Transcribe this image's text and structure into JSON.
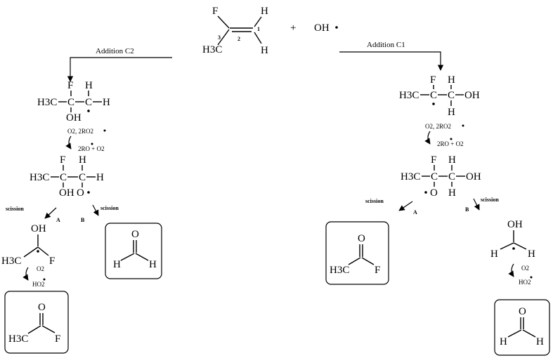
{
  "reactant": {
    "F": "F",
    "H_top": "H",
    "H_bottom": "H",
    "CH3": "H3C",
    "c1": "1",
    "c2": "2",
    "c3": "3"
  },
  "plus": "+",
  "oh": "OH",
  "left": {
    "arrow_label": "Addition C2",
    "adduct": {
      "F": "F",
      "H": "H",
      "CH3": "H3C",
      "C": "C",
      "CH": "C",
      "OH": "OH",
      "Hright": "H"
    },
    "step1_top": "O2, 2RO2",
    "step1_bottom": "2RO + O2",
    "alkoxy": {
      "F": "F",
      "H": "H",
      "CH3": "H3C",
      "C1": "C",
      "C2": "C",
      "Hright": "H",
      "OH": "OH",
      "O": "O"
    },
    "scission_left": "scission",
    "scission_right": "scission",
    "label_a": "A",
    "label_b": "B",
    "radical": {
      "OH": "OH",
      "CH3": "H3C",
      "F": "F"
    },
    "step2_top": "O2",
    "step2_bottom": "HO2",
    "product_formaldehyde": {
      "O": "O",
      "H1": "H",
      "H2": "H"
    },
    "product_acetylfluoride": {
      "O": "O",
      "CH3": "H3C",
      "F": "F"
    }
  },
  "right": {
    "arrow_label": "Addition C1",
    "adduct": {
      "F": "F",
      "H": "H",
      "CH3": "H3C",
      "C1": "C",
      "C2": "C",
      "OH": "OH",
      "Hbottom": "H"
    },
    "step1_top": "O2, 2RO2",
    "step1_bottom": "2RO + O2",
    "alkoxy": {
      "F": "F",
      "H": "H",
      "CH3": "H3C",
      "C1": "C",
      "C2": "C",
      "OH": "OH",
      "O": "O",
      "Hbottom": "H"
    },
    "scission_left": "scission",
    "scission_right": "scission",
    "label_a": "A",
    "label_b": "B",
    "product_acetylfluoride": {
      "O": "O",
      "CH3": "H3C",
      "F": "F"
    },
    "radical": {
      "OH": "OH",
      "H1": "H",
      "H2": "H"
    },
    "step2_top": "O2",
    "step2_bottom": "HO2",
    "product_formaldehyde": {
      "O": "O",
      "H1": "H",
      "H2": "H"
    }
  }
}
